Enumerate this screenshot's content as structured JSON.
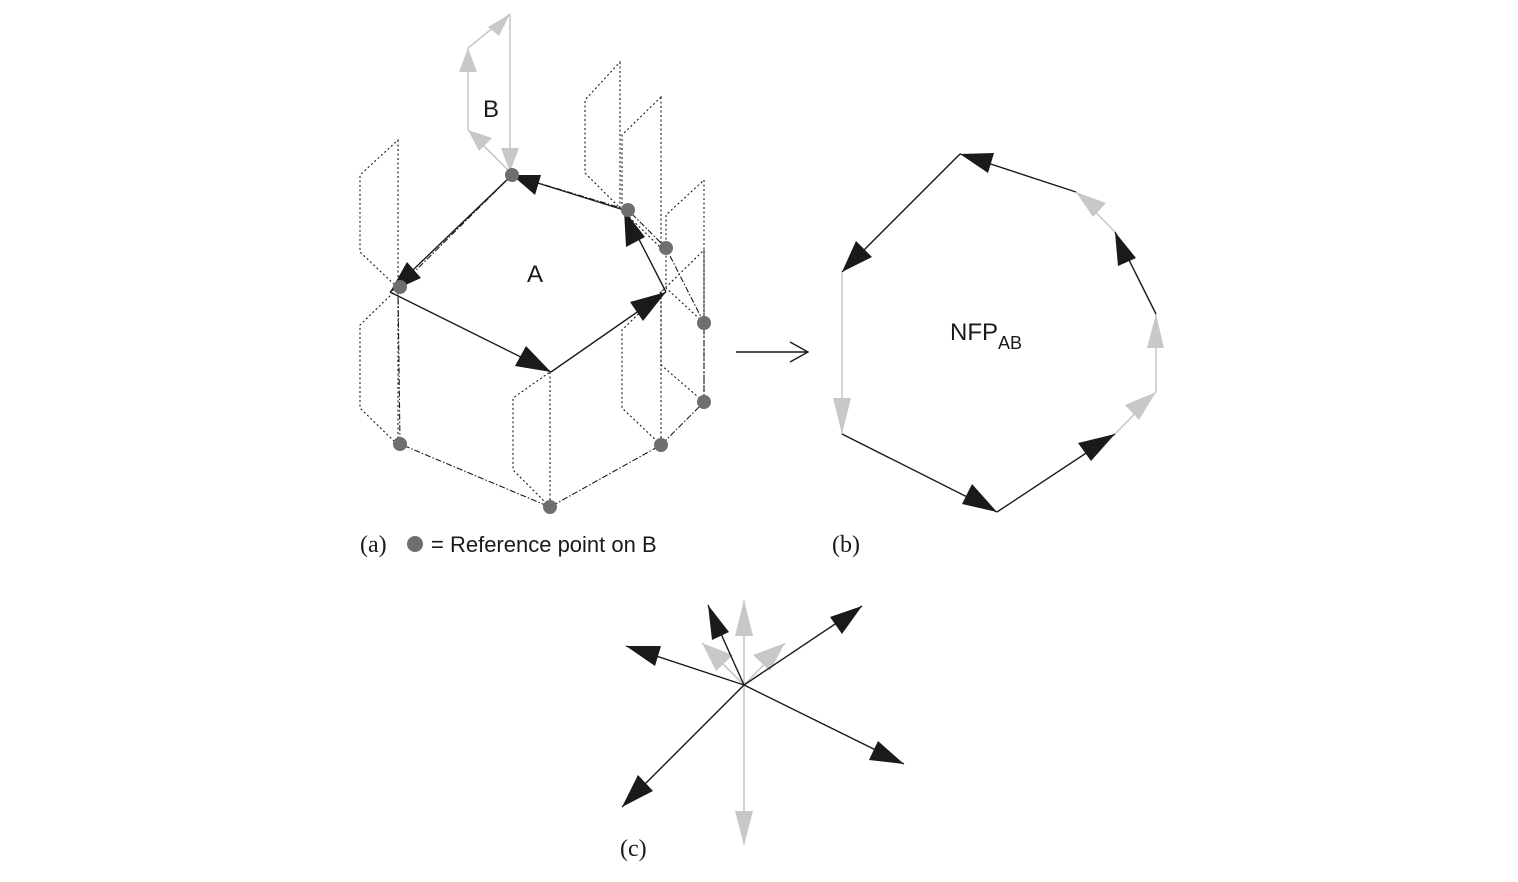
{
  "panel_a": {
    "label_b": "B",
    "label_a": "A",
    "caption": "(a)",
    "legend_text": "= Reference point on B"
  },
  "panel_b": {
    "nfp_main": "NFP",
    "nfp_sub": "AB",
    "caption": "(b)"
  },
  "panel_c": {
    "caption": "(c)"
  },
  "colors": {
    "edge_a": "#1a1a1a",
    "edge_b": "#c8c8c8",
    "reference_point": "#6f6f6f"
  }
}
